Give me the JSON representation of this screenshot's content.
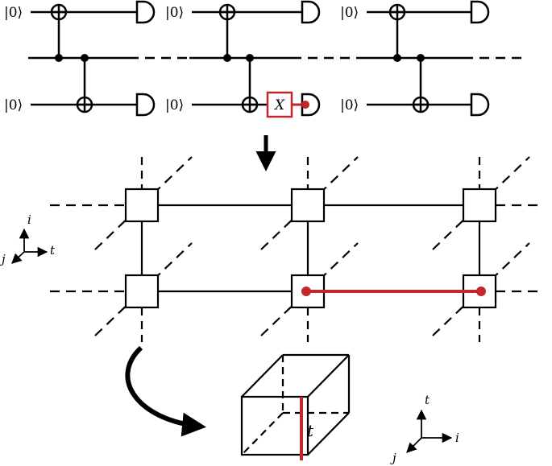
{
  "circuit": {
    "ket_label": "|0⟩",
    "gate_label": "X"
  },
  "lattice_axes": {
    "up": "i",
    "right": "t",
    "diag": "j"
  },
  "cube": {
    "edge_label": "t"
  },
  "cube_axes": {
    "up": "t",
    "right": "i",
    "diag": "j"
  },
  "colors": {
    "ink": "#000000",
    "highlight": "#c1272d"
  }
}
